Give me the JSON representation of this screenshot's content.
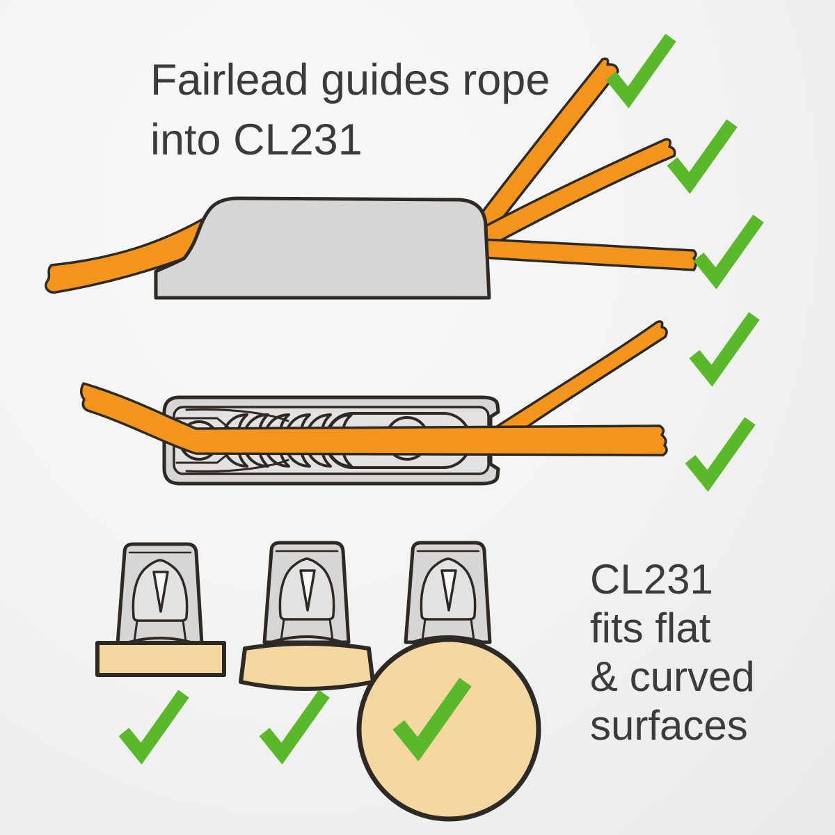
{
  "title": {
    "lines": [
      "Fairlead guides rope",
      "into CL231"
    ]
  },
  "caption": {
    "lines": [
      "CL231",
      "fits flat",
      "& curved",
      "surfaces"
    ]
  },
  "colors": {
    "rope_orange": "#F2941D",
    "check_green": "#5BB72C",
    "cleat_gray": "#D7D6D4",
    "cleat_gray_light": "#E3E2E0",
    "outline_dark": "#2D2A26",
    "surface_tan": "#F6D6A1",
    "text_dark": "#3B3B3B",
    "bg_light": "#F8F8F7",
    "bg_dark": "#E9E9E7"
  },
  "figures": {
    "side_view_rope_angles_approved": 3,
    "top_view_rope_angles_approved": 2,
    "mounting_surfaces_approved": 3
  }
}
